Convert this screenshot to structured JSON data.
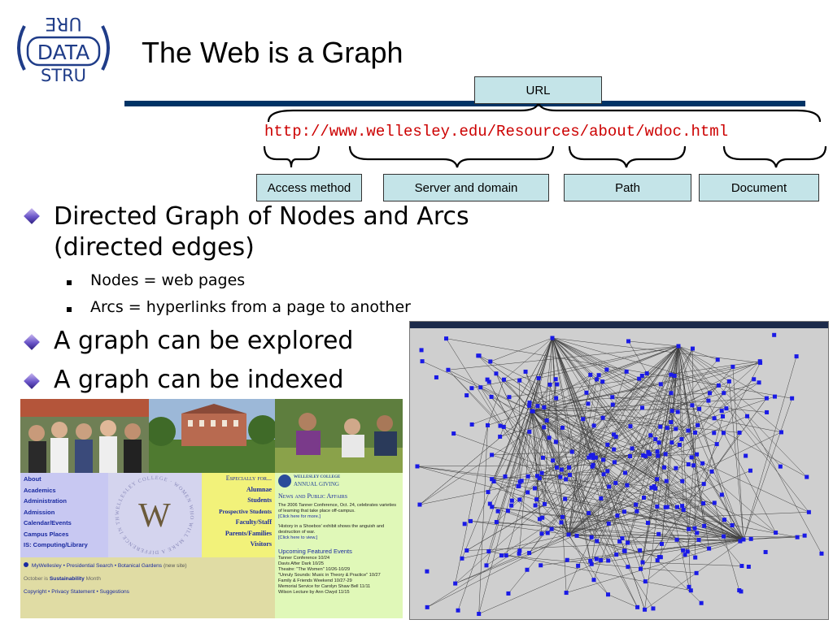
{
  "slide": {
    "title": "The Web is a Graph",
    "logo_text": {
      "top": "URE",
      "middle": "DATA",
      "bottom": "STRU"
    }
  },
  "url_diagram": {
    "url_label": "URL",
    "url_text": "http://www.wellesley.edu/Resources/about/wdoc.html",
    "parts": [
      "Access method",
      "Server and  domain",
      "Path",
      "Document"
    ]
  },
  "bullets": {
    "b1_line1": "Directed Graph of Nodes and Arcs",
    "b1_line2": "(directed edges)",
    "sub1": "Nodes = web pages",
    "sub2": "Arcs = hyperlinks from a page to another",
    "b2": "A graph can be explored",
    "b3": "A graph can be indexed"
  },
  "website": {
    "nav_left": [
      "About",
      "Academics",
      "Administration",
      "Admission",
      "Calendar/Events",
      "Campus Places",
      "IS: Computing/Library"
    ],
    "especially_for": "Especially for...",
    "nav_right": [
      "Alumnae",
      "Students",
      "Prospective Students",
      "Faculty/Staff",
      "Parents/Families",
      "Visitors"
    ],
    "seal_letter": "W",
    "seal_ring": "WELLESLEY COLLEGE · WOMEN WHO WILL MAKE A DIFFERENCE IN THE WORLD · AN EXCELLENT LIBERAL ARTS EDUCATION ·",
    "annual_giving_top": "WELLESLEY COLLEGE",
    "annual_giving_bottom": "ANNUAL GIVING",
    "news_heading": "News and Public Affairs",
    "news1": "The 2006 Tanner Conference, Oct. 24, celebrates varieties of learning that take place off-campus.",
    "news1_link": "[Click here for more.]",
    "news2": "'History in a Shoebox' exhibit shows the anguish and destruction of war.",
    "news2_link": "[Click here to view.]",
    "events_heading": "Upcoming Featured Events",
    "events": [
      "Tanner Conference 10/24",
      "Davis After Dark 10/25",
      "Theatre: \"The Women\" 10/26-10/29",
      "\"Unruly Sounds: Music in Theory & Practice\" 10/27",
      "Family & Friends Weekend 10/27-29",
      "Memorial Service for Carolyn Shaw Bell 11/11",
      "Wilson Lecture by Ann Clwyd 11/15"
    ],
    "mywellesley": "MyWellesley",
    "mywellesley_links": " • Presidential Search • Botanical Gardens ",
    "new_site": "(new site)",
    "october_pre": "October is ",
    "october_bold": "Sustainability",
    "october_post": " Month",
    "footer_links": "Copyright • Privacy Statement • Suggestions"
  },
  "colors": {
    "rule": "#003366",
    "box_fill": "#c4e4e8",
    "url_text": "#cc0000",
    "graph_bg": "#cfcfcf",
    "node": "#1a1ae6"
  }
}
